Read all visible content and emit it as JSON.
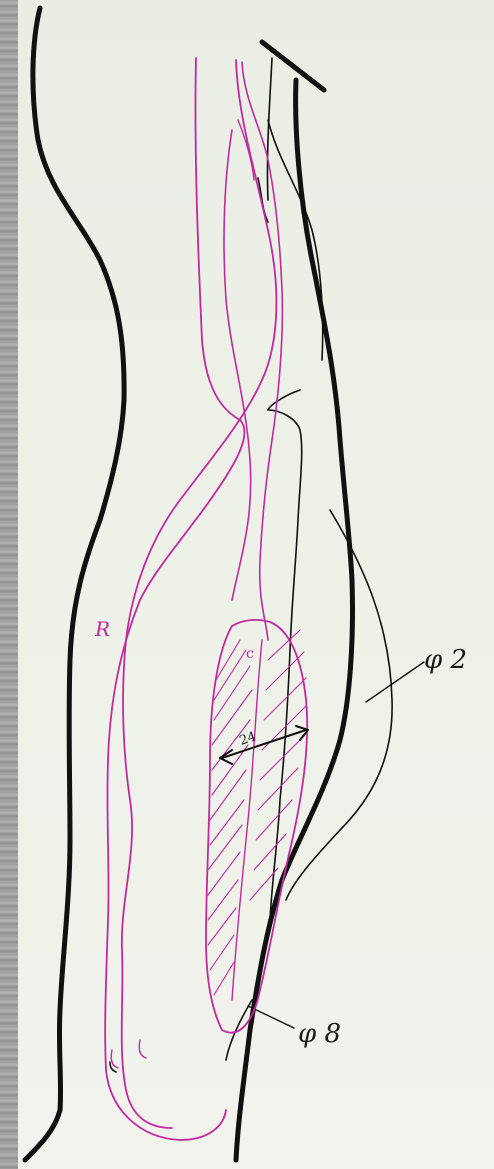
{
  "annotations": {
    "right_label": "φ 2",
    "bottom_label": "φ 8",
    "arrow_label": "24",
    "left_pink_letter": "R",
    "inner_pink_letter": "c"
  },
  "colors": {
    "outline_ink": "#111111",
    "pink_ink": "#c12a9f",
    "paper": "#eef1e8",
    "background": "#a3a3a3"
  }
}
